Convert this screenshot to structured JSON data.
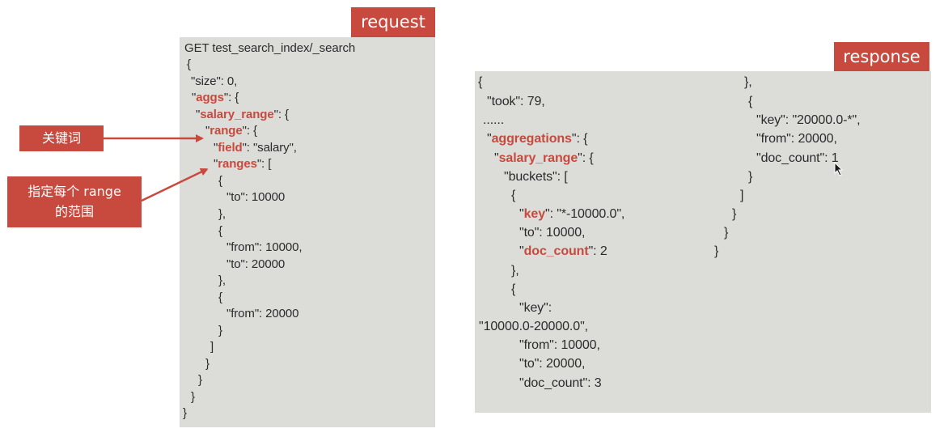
{
  "labels": {
    "request": "request",
    "response": "response"
  },
  "callouts": {
    "keyword": "关键词",
    "ranges_line1": "指定每个 range",
    "ranges_line2": "的范围"
  },
  "request_lines": [
    [
      {
        "t": "GET test_search_index/_search"
      }
    ],
    [
      {
        "t": "{"
      }
    ],
    [
      {
        "t": "\"size\": 0,"
      }
    ],
    [
      {
        "t": "\""
      },
      {
        "t": "aggs",
        "k": true
      },
      {
        "t": "\": {"
      }
    ],
    [
      {
        "t": "\""
      },
      {
        "t": "salary_range",
        "k": true
      },
      {
        "t": "\": {"
      }
    ],
    [
      {
        "t": "\""
      },
      {
        "t": "range",
        "k": true
      },
      {
        "t": "\": {"
      }
    ],
    [
      {
        "t": "\""
      },
      {
        "t": "field",
        "k": true
      },
      {
        "t": "\": \"salary\","
      }
    ],
    [
      {
        "t": "\""
      },
      {
        "t": "ranges",
        "k": true
      },
      {
        "t": "\": ["
      }
    ],
    [
      {
        "t": "{"
      }
    ],
    [
      {
        "t": "\"to\": 10000"
      }
    ],
    [
      {
        "t": "},"
      }
    ],
    [
      {
        "t": "{"
      }
    ],
    [
      {
        "t": "\"from\": 10000,"
      }
    ],
    [
      {
        "t": "\"to\": 20000"
      }
    ],
    [
      {
        "t": "},"
      }
    ],
    [
      {
        "t": "{"
      }
    ],
    [
      {
        "t": "\"from\": 20000"
      }
    ],
    [
      {
        "t": "}"
      }
    ],
    [
      {
        "t": "]"
      }
    ],
    [
      {
        "t": "}"
      }
    ],
    [
      {
        "t": "}"
      }
    ],
    [
      {
        "t": "}"
      }
    ],
    [
      {
        "t": "}"
      }
    ]
  ],
  "response_left_lines": [
    [
      {
        "t": "{"
      }
    ],
    [
      {
        "t": "\"took\": 79,"
      }
    ],
    [
      {
        "t": "......"
      }
    ],
    [
      {
        "t": "\""
      },
      {
        "t": "aggregations",
        "k": true
      },
      {
        "t": "\": {"
      }
    ],
    [
      {
        "t": "\""
      },
      {
        "t": "salary_range",
        "k": true
      },
      {
        "t": "\": {"
      }
    ],
    [
      {
        "t": "\"buckets\": ["
      }
    ],
    [
      {
        "t": "{"
      }
    ],
    [
      {
        "t": "\""
      },
      {
        "t": "key",
        "k": true
      },
      {
        "t": "\": \"*-10000.0\","
      }
    ],
    [
      {
        "t": "\"to\": 10000,"
      }
    ],
    [
      {
        "t": "\""
      },
      {
        "t": "doc_count",
        "k": true
      },
      {
        "t": "\": 2"
      }
    ],
    [
      {
        "t": "},"
      }
    ],
    [
      {
        "t": "{"
      }
    ],
    [
      {
        "t": "\"key\":"
      }
    ],
    [
      {
        "t": "\"10000.0-20000.0\","
      }
    ],
    [
      {
        "t": "\"from\": 10000,"
      }
    ],
    [
      {
        "t": "\"to\": 20000,"
      }
    ],
    [
      {
        "t": "\"doc_count\": 3"
      }
    ]
  ],
  "response_right_lines": [
    [
      {
        "t": "},"
      }
    ],
    [
      {
        "t": "{"
      }
    ],
    [
      {
        "t": "\"key\": \"20000.0-*\","
      }
    ],
    [
      {
        "t": "\"from\": 20000,"
      }
    ],
    [
      {
        "t": "\"doc_count\": 1"
      }
    ],
    [
      {
        "t": "}"
      }
    ],
    [
      {
        "t": "]"
      }
    ],
    [
      {
        "t": "}"
      }
    ],
    [
      {
        "t": "}"
      }
    ],
    [
      {
        "t": "}"
      }
    ]
  ],
  "colors": {
    "accent": "#c8493d",
    "panel": "#dcdcd9",
    "text": "#2b2b2b"
  }
}
